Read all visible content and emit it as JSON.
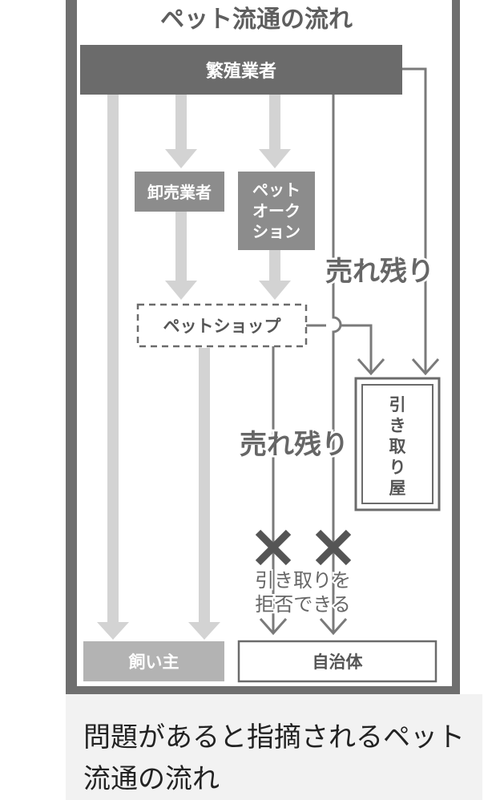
{
  "diagram": {
    "title": "ペット流通の流れ",
    "nodes": {
      "breeder": "繁殖業者",
      "wholesaler": "卸売業者",
      "auction": [
        "ペット",
        "オーク",
        "ション"
      ],
      "pet_shop": "ペットショップ",
      "takeover_shop": [
        "引",
        "き",
        "取",
        "り",
        "屋"
      ],
      "owner": "飼い主",
      "municipality": "自治体"
    },
    "labels": {
      "leftover_1": "売れ残り",
      "leftover_2": "売れ残り",
      "refuse": [
        "引き取りを",
        "拒否できる"
      ]
    }
  },
  "caption": "問題があると指摘されるペット流通の流れ",
  "colors": {
    "dark_box": "#6b6b6b",
    "mid_box": "#8c8c8c",
    "light_arrow": "#d3d3d3",
    "dark_arrow": "#7a7a7a",
    "frame": "#6f6f6f",
    "caption_bg": "#f2f2f2"
  }
}
